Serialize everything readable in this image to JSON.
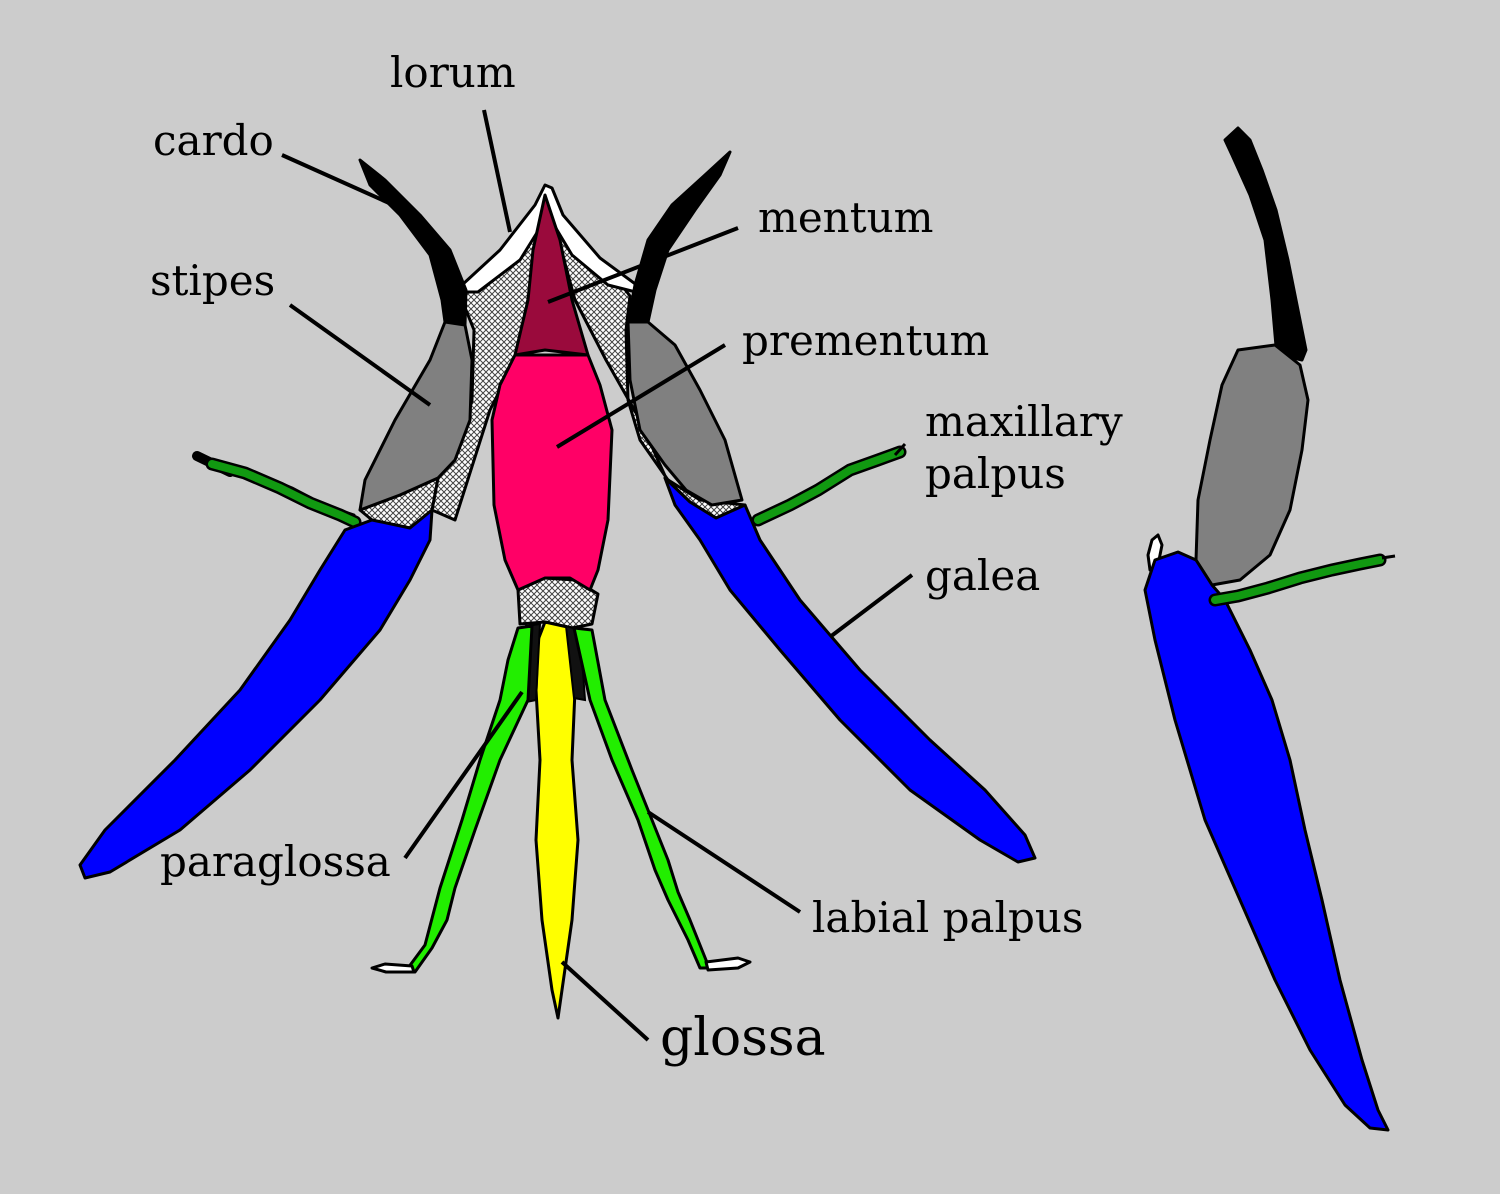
{
  "labels": {
    "lorum": "lorum",
    "cardo": "cardo",
    "mentum": "mentum",
    "stipes": "stipes",
    "prementum": "prementum",
    "maxillary_palpus_line1": "maxillary",
    "maxillary_palpus_line2": "palpus",
    "galea": "galea",
    "paraglossa": "paraglossa",
    "labial_palpus": "labial palpus",
    "glossa": "glossa"
  },
  "colors": {
    "background": "#cccccc",
    "cardo": "#000000",
    "stipes": "#808080",
    "galea": "#0000ff",
    "mentum": "#9a0a3c",
    "prementum": "#ff0066",
    "glossa": "#ffff00",
    "palpus": "#22ee00",
    "maxillary_palpus": "#119911",
    "lorum": "#ffffff",
    "membrane": "hatched"
  }
}
